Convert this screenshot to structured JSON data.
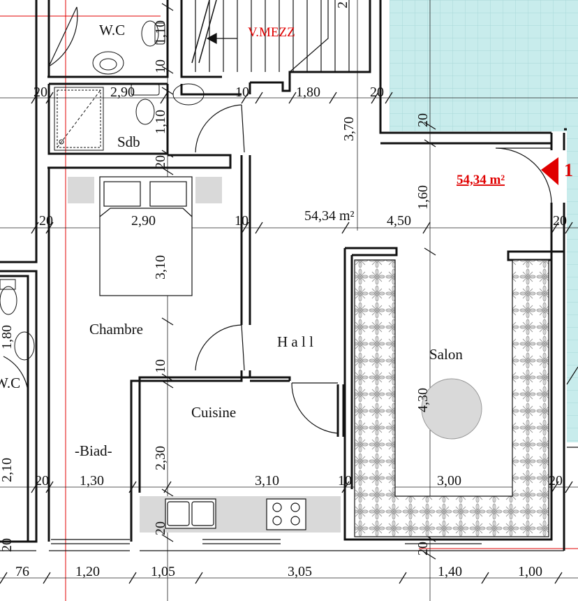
{
  "rooms": {
    "wc_top": "W.C",
    "sdb": "Sdb",
    "chambre": "Chambre",
    "hall": "H a l l",
    "salon": "Salon",
    "cuisine": "Cuisine",
    "biad": "-Biad-",
    "wc_left": "W.C"
  },
  "labels": {
    "mezz": "V.MEZZ",
    "area_center": "54,34 m²",
    "area_red": "54,34 m²",
    "marker": "1"
  },
  "dims": {
    "d_20_a": "20",
    "d_290_a": "2,90",
    "d_10_a": "10",
    "d_180": "1,80",
    "d_20_b": "20",
    "d_20_c": "20",
    "d_290_b": "2,90",
    "d_10_b": "10",
    "d_450": "4,50",
    "d_20_d": "20",
    "d_20_e": "20",
    "d_130": "1,30",
    "d_310_h": "3,10",
    "d_10_c": "10",
    "d_300": "3,00",
    "d_20_f": "20",
    "d_76": "76",
    "d_120": "1,20",
    "d_105": "1,05",
    "d_305": "3,05",
    "d_140": "1,40",
    "d_100": "1,00",
    "v_110_a": "1,10",
    "v_10_a": "10",
    "v_110_b": "1,10",
    "v_20_a": "20",
    "v_310": "3,10",
    "v_10_b": "10",
    "v_230": "2,30",
    "v_20_b": "20",
    "v_370": "3,70",
    "v_20_c": "20",
    "v_160": "1,60",
    "v_430": "4,30",
    "v_20_d": "20",
    "v_180_l": "1,80",
    "v_210": "2,10",
    "v_20_e": "20",
    "v_2_top": "2"
  },
  "colors": {
    "wall": "#111111",
    "pool": "#c8ecec",
    "furniture_fill": "#d9d9d9",
    "accent_red": "#e00000"
  }
}
